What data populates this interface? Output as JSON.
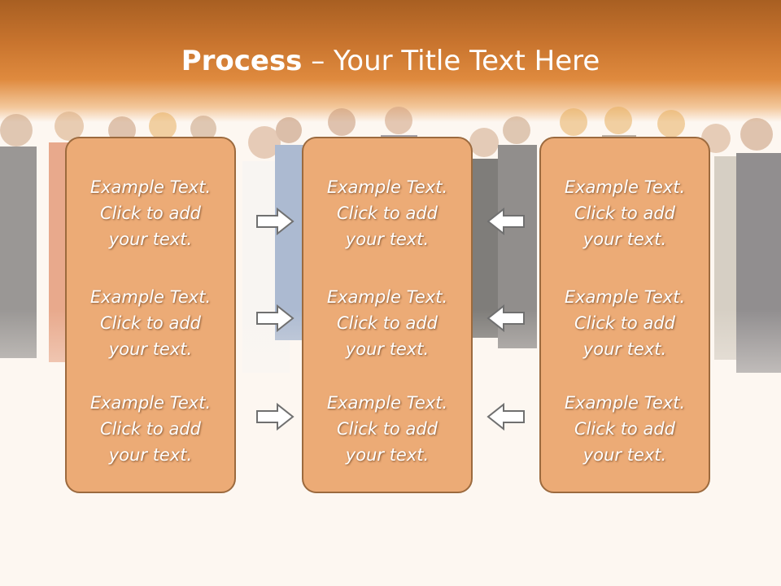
{
  "slide": {
    "title_bold": "Process",
    "title_rest": " – Your Title Text Here"
  },
  "colors": {
    "header": "#c8742e",
    "box_fill": "#ecab76",
    "box_border": "#9c6a3e",
    "arrow": "#707070"
  },
  "columns": [
    {
      "entries": [
        {
          "line1": "Example Text.",
          "line2": "Click  to add",
          "line3": "your text."
        },
        {
          "line1": "Example Text.",
          "line2": "Click  to add",
          "line3": "your text."
        },
        {
          "line1": "Example Text.",
          "line2": "Click  to add",
          "line3": "your text."
        }
      ]
    },
    {
      "entries": [
        {
          "line1": "Example Text.",
          "line2": "Click  to add",
          "line3": "your text."
        },
        {
          "line1": "Example Text.",
          "line2": "Click  to add",
          "line3": "your text."
        },
        {
          "line1": "Example Text.",
          "line2": "Click  to add",
          "line3": "your text."
        }
      ]
    },
    {
      "entries": [
        {
          "line1": "Example Text.",
          "line2": "Click  to add",
          "line3": "your text."
        },
        {
          "line1": "Example Text.",
          "line2": "Click  to add",
          "line3": "your text."
        },
        {
          "line1": "Example Text.",
          "line2": "Click  to add",
          "line3": "your text."
        }
      ]
    }
  ],
  "arrows": {
    "left_group": "right-arrow-icon",
    "right_group": "left-arrow-icon"
  }
}
